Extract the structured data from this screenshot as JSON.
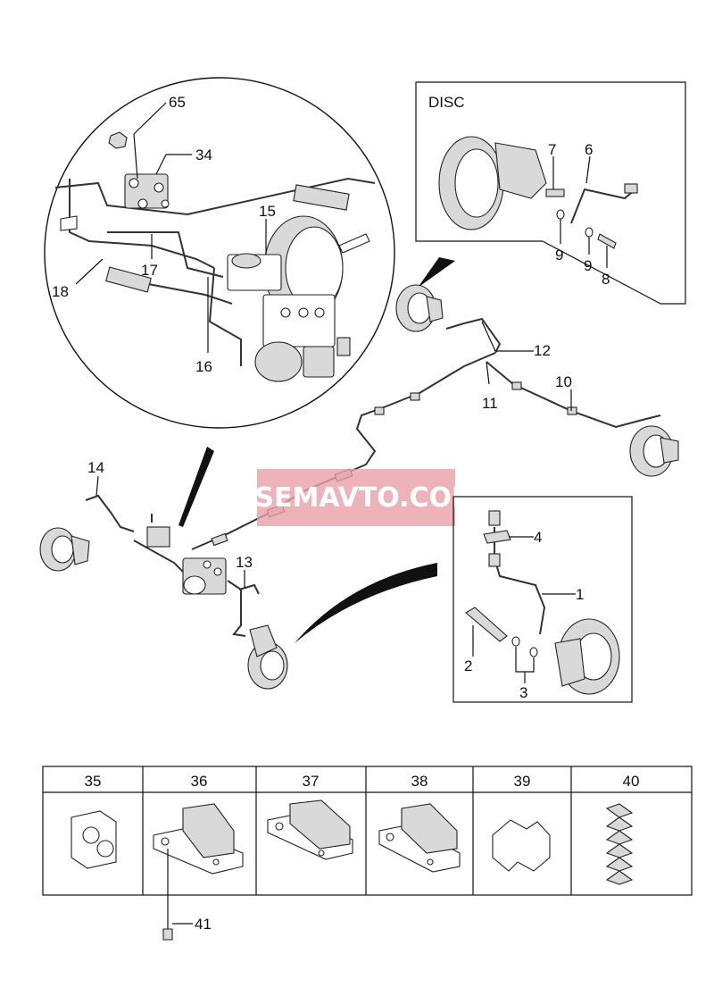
{
  "watermark": "VSEMAVTO.COM",
  "disc_box": {
    "title": "DISC"
  },
  "callouts": {
    "c65": "65",
    "c34": "34",
    "c15": "15",
    "c17": "17",
    "c18": "18",
    "c16": "16",
    "c7": "7",
    "c6": "6",
    "c9a": "9",
    "c9b": "9",
    "c8": "8",
    "c12": "12",
    "c10": "10",
    "c11": "11",
    "c14": "14",
    "c13": "13",
    "c4": "4",
    "c1": "1",
    "c2": "2",
    "c3": "3",
    "c41": "41"
  },
  "clip_table": {
    "headers": [
      "35",
      "36",
      "37",
      "38",
      "39",
      "40"
    ]
  },
  "colors": {
    "watermark_bg": "#e8a0a6",
    "line": "#111111"
  }
}
